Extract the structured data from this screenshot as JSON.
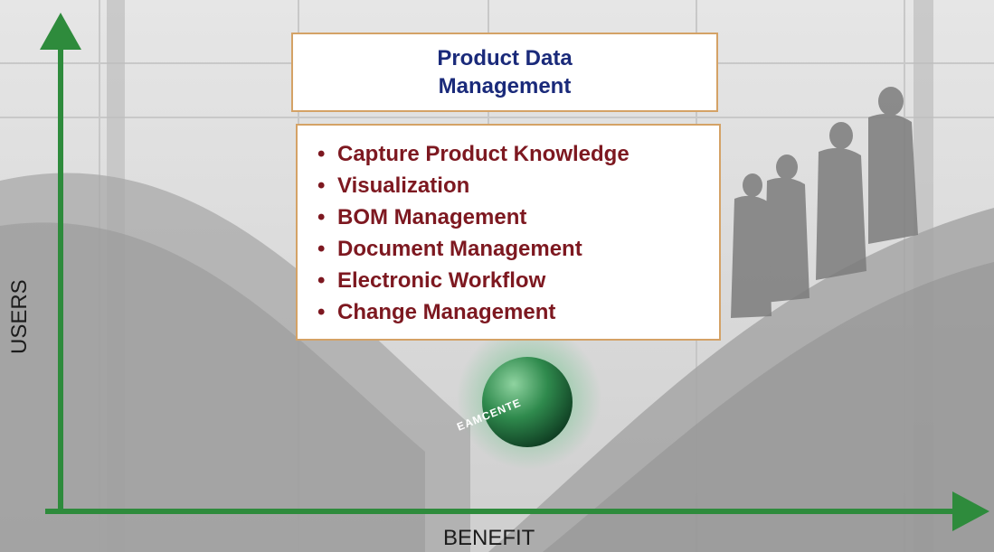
{
  "title": {
    "line1": "Product Data",
    "line2": "Management"
  },
  "features": [
    "Capture Product Knowledge",
    "Visualization",
    "BOM Management",
    "Document Management",
    "Electronic Workflow",
    "Change Management"
  ],
  "bullet_glyph": "•",
  "axes": {
    "y_label": "USERS",
    "x_label": "BENEFIT"
  },
  "logo": {
    "text": "EAMCENTE"
  },
  "colors": {
    "axis": "#2e8b3c",
    "title_text": "#1a2a7a",
    "feature_text": "#7d1820",
    "box_border": "#d4a266"
  }
}
